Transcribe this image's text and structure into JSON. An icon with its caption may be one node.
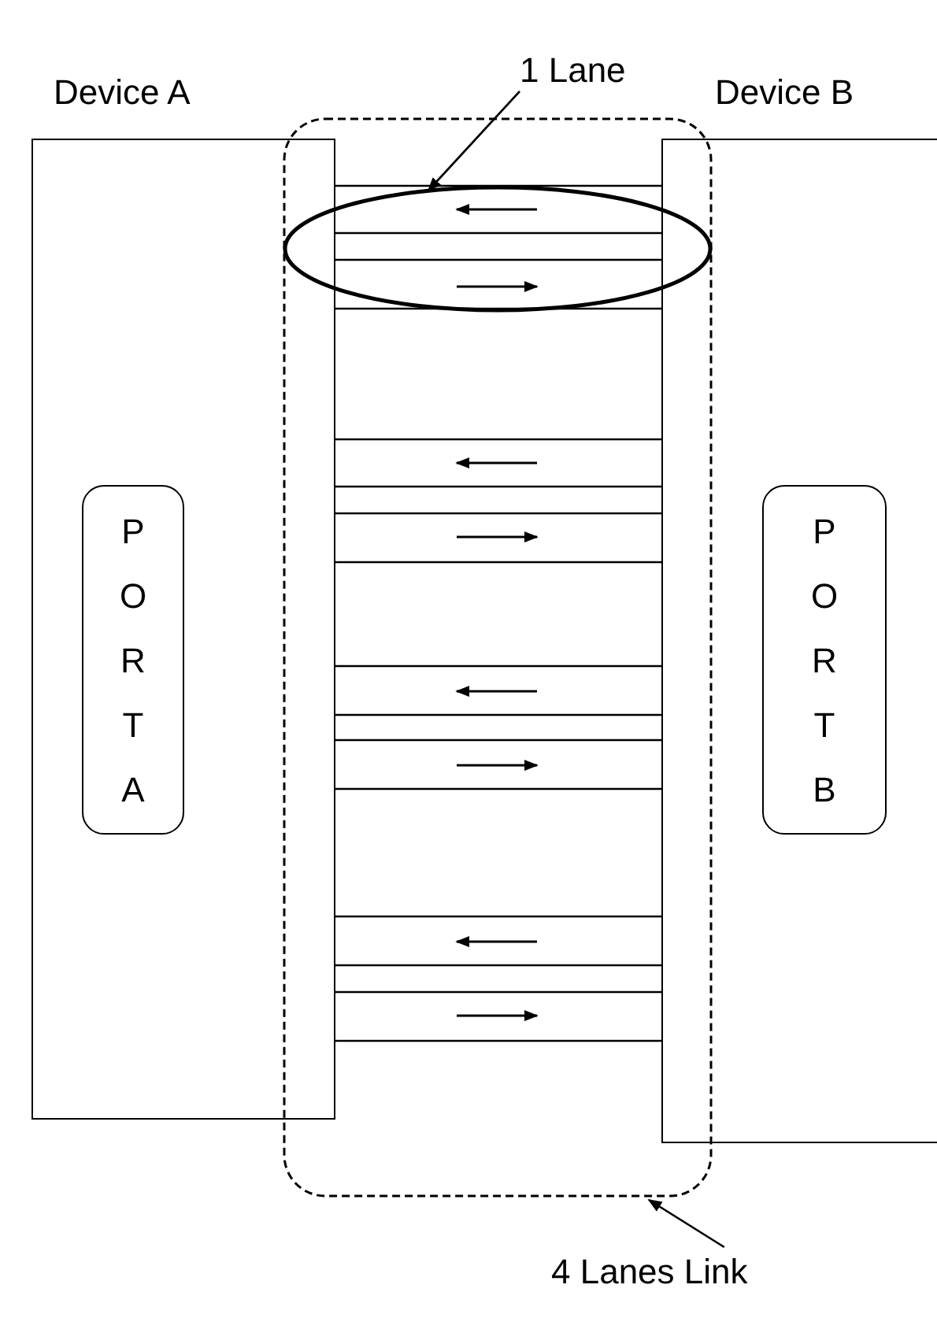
{
  "diagram": {
    "nodes": [
      {
        "text": [
          "1 Lane"
        ]
      },
      {
        "text": [
          "Device A"
        ]
      },
      {
        "text": [
          "Device B"
        ]
      },
      {
        "text": [
          "PORT A"
        ],
        "in": 1
      },
      {
        "text": [
          "PORT B"
        ],
        "in": 2
      },
      {
        "text": [
          "4 Lanes Link"
        ]
      }
    ],
    "edges": [
      {
        "from": 0,
        "to": null,
        "arrow": "to"
      },
      {
        "from": 1,
        "to": 2,
        "arrow": "none"
      },
      {
        "from": 1,
        "to": 2,
        "arrow": "none"
      },
      {
        "from": 1,
        "to": 2,
        "arrow": "none"
      },
      {
        "from": 1,
        "to": 2,
        "arrow": "none"
      },
      {
        "from": 1,
        "to": 2,
        "arrow": "none"
      },
      {
        "from": 1,
        "to": 2,
        "arrow": "none"
      },
      {
        "from": 1,
        "to": 2,
        "arrow": "none"
      },
      {
        "from": 1,
        "to": 2,
        "arrow": "none"
      },
      {
        "from": 1,
        "to": 2,
        "arrow": "none"
      },
      {
        "from": 1,
        "to": 2,
        "arrow": "none"
      },
      {
        "from": 1,
        "to": 2,
        "arrow": "none"
      },
      {
        "from": 1,
        "to": 2,
        "arrow": "none"
      },
      {
        "from": 1,
        "to": 2,
        "arrow": "none"
      },
      {
        "from": 1,
        "to": 2,
        "arrow": "none"
      },
      {
        "from": 1,
        "to": 2,
        "arrow": "none"
      },
      {
        "from": 1,
        "to": 2,
        "arrow": "none"
      },
      {
        "from": 5,
        "to": null,
        "arrow": "to"
      }
    ]
  }
}
